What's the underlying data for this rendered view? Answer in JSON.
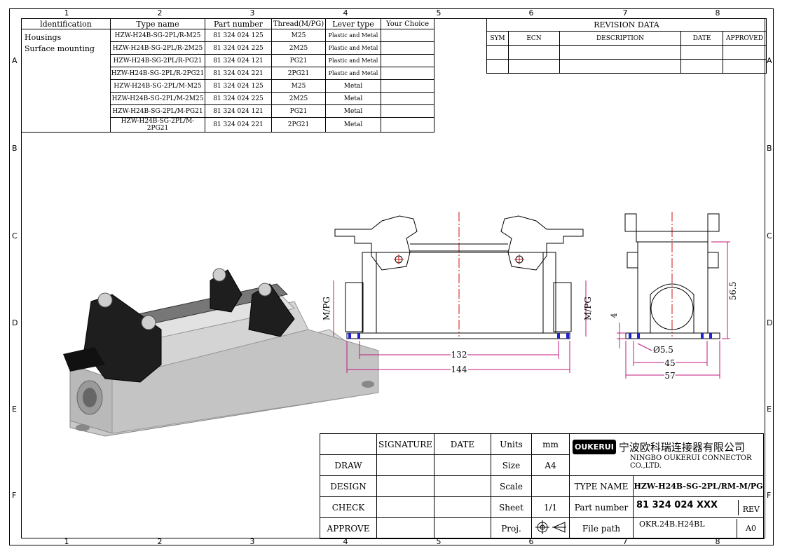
{
  "zones": {
    "columns": [
      "1",
      "2",
      "3",
      "4",
      "5",
      "6",
      "7",
      "8"
    ],
    "rows": [
      "A",
      "B",
      "C",
      "D",
      "E",
      "F"
    ]
  },
  "identification": {
    "headers": [
      "ldentification",
      "Type name",
      "Part number",
      "Thread(M/PG)",
      "Lever type",
      "Your Choice"
    ],
    "ident_lines": [
      "Housings",
      "Surface mounting"
    ],
    "rows": [
      {
        "type": "HZW-H24B-SG-2PL/R-M25",
        "part": "81 324 024 125",
        "thread": "M25",
        "lever": "Plastic and Metal"
      },
      {
        "type": "HZW-H24B-SG-2PL/R-2M25",
        "part": "81 324 024 225",
        "thread": "2M25",
        "lever": "Plastic and Metal"
      },
      {
        "type": "HZW-H24B-SG-2PL/R-PG21",
        "part": "81 324 024 121",
        "thread": "PG21",
        "lever": "Plastic and Metal"
      },
      {
        "type": "HZW-H24B-SG-2PL/R-2PG21",
        "part": "81 324 024 221",
        "thread": "2PG21",
        "lever": "Plastic and Metal"
      },
      {
        "type": "HZW-H24B-SG-2PL/M-M25",
        "part": "81 324 024 125",
        "thread": "M25",
        "lever": "Metal"
      },
      {
        "type": "HZW-H24B-SG-2PL/M-2M25",
        "part": "81 324 024 225",
        "thread": "2M25",
        "lever": "Metal"
      },
      {
        "type": "HZW-H24B-SG-2PL/M-PG21",
        "part": "81 324 024 121",
        "thread": "PG21",
        "lever": "Metal"
      },
      {
        "type": "HZW-H24B-SG-2PL/M-2PG21",
        "part": "81 324 024 221",
        "thread": "2PG21",
        "lever": "Metal"
      }
    ]
  },
  "revision": {
    "title": "REVISION  DATA",
    "headers": [
      "SYM",
      "ECN",
      "DESCRIPTION",
      "DATE",
      "APPROVED"
    ]
  },
  "dimensions": {
    "thread_left": "M/PG",
    "thread_right": "M/PG",
    "width_132": "132",
    "width_144": "144",
    "height_56": "56.5",
    "height_4": "4",
    "hole": "Ø5.5",
    "width_45": "45",
    "width_57": "57"
  },
  "title_block": {
    "signature": "SIGNATURE",
    "date": "DATE",
    "draw": "DRAW",
    "design": "DESIGN",
    "check": "CHECK",
    "approve": "APPROVE",
    "units_label": "Units",
    "units_value": "mm",
    "size_label": "Size",
    "size_value": "A4",
    "scale_label": "Scale",
    "sheet_label": "Sheet",
    "sheet_value": "1/1",
    "proj_label": "Proj.",
    "logo_text": "OUKERUI",
    "company_cn": "宁波欧科瑞连接器有限公司",
    "company_en": "NINGBO OUKERUI CONNECTOR CO.,LTD.",
    "type_name_label": "TYPE NAME",
    "type_name_value": "HZW-H24B-SG-2PL/RM-M/PG",
    "part_number_label": "Part number",
    "part_number_value": "81 324 024 XXX",
    "rev_label": "REV",
    "file_path_label": "File path",
    "file_path_value": "OKR.24B.H24BL",
    "rev_value": "A0"
  },
  "colors": {
    "dimension": "#c0187e",
    "centerline": "#d01010",
    "bolt": "#2222cc"
  }
}
